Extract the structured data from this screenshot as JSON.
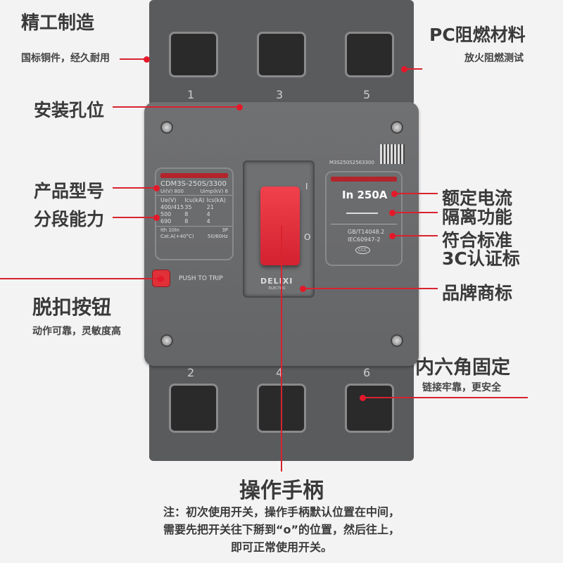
{
  "callouts": {
    "craft": {
      "title": "精工制造",
      "sub": "国标铜件，经久耐用"
    },
    "material": {
      "title": "PC阻燃材料",
      "sub": "放火阻燃测试"
    },
    "mount": {
      "title": "安装孔位"
    },
    "model": {
      "title": "产品型号"
    },
    "breaking": {
      "title": "分段能力"
    },
    "trip": {
      "title": "脱扣按钮",
      "sub": "动作可靠，灵敏度高"
    },
    "rated": {
      "title": "额定电流"
    },
    "isolation": {
      "title": "隔离功能"
    },
    "standard": {
      "title": "符合标准",
      "sub": "3C认证标"
    },
    "brand": {
      "title": "品牌商标"
    },
    "hex": {
      "title": "内六角固定",
      "sub": "链接牢靠，更安全"
    },
    "handle": {
      "title": "操作手柄"
    }
  },
  "note": {
    "line1": "注：初次使用开关，操作手柄默认位置在中间，",
    "line2": "需要先把开关往下掰到“o”的位置，然后往上，",
    "line3": "即可正常使用开关。"
  },
  "breaker": {
    "model": "CDM3S-250S/3300",
    "ui": "Ui(V) 800",
    "uimp": "Uimp(kV) 8",
    "table_headers": [
      "Ue(V)",
      "Icu(kA)",
      "Ics(kA)"
    ],
    "table_rows": [
      [
        "400/415",
        "35",
        "21"
      ],
      [
        "500",
        "8",
        "4"
      ],
      [
        "690",
        "8",
        "4"
      ]
    ],
    "ith": "Ith 10In",
    "poles": "3P",
    "cat": "Cat.A(+40°C)",
    "freq": "50/60Hz",
    "push_to_trip": "PUSH TO TRIP",
    "serial": "M3S250S2563300",
    "rating": "In 250A",
    "standard1": "GB/T14048.2",
    "standard2": "IEC60947-2",
    "ccc": "CCC",
    "brand": "DELIXI",
    "brand_sub": "ELECTRIC",
    "on_mark": "I",
    "off_mark": "O",
    "terminals_top": [
      "1",
      "3",
      "5"
    ],
    "terminals_bottom": [
      "2",
      "4",
      "6"
    ]
  },
  "colors": {
    "accent": "#e3192a",
    "body": "#6a6b6d",
    "handle": "#e8313f"
  }
}
